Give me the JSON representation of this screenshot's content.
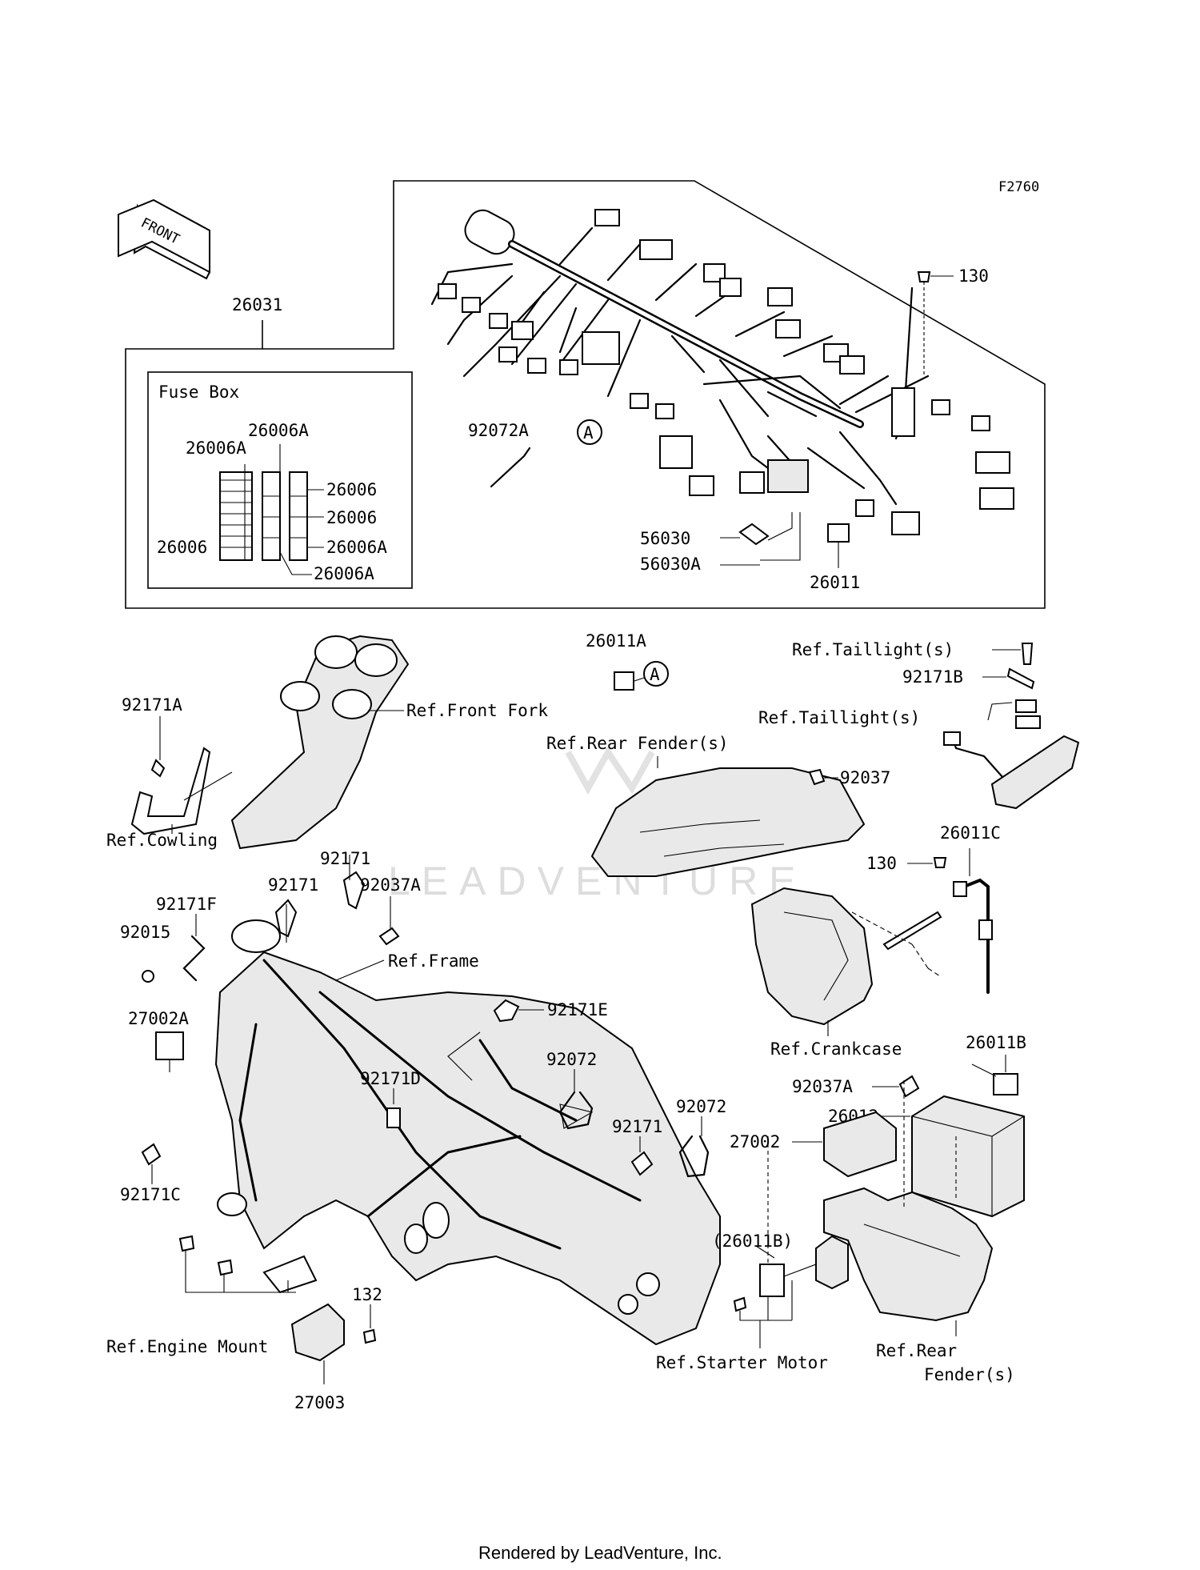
{
  "diagram": {
    "code": "F2760",
    "front_label": "FRONT",
    "watermark": "LEADVENTURE",
    "footer": "Rendered by LeadVenture, Inc.",
    "fuse_box_title": "Fuse Box",
    "callout_a": "A",
    "labels": {
      "l26031": "26031",
      "l130a": "130",
      "l92072a": "92072A",
      "l56030": "56030",
      "l56030a": "56030A",
      "l26011": "26011",
      "fb26006a_top": "26006A",
      "fb26006a_left": "26006A",
      "fb26006_r1": "26006",
      "fb26006_r2": "26006",
      "fb26006a_r3": "26006A",
      "fb26006_left": "26006",
      "fb26006a_bottom": "26006A",
      "l26011a": "26011A",
      "ref_taillight1": "Ref.Taillight(s)",
      "l92171b": "92171B",
      "ref_taillight2": "Ref.Taillight(s)",
      "l92171a": "92171A",
      "ref_front_fork": "Ref.Front Fork",
      "ref_rear_fender1": "Ref.Rear Fender(s)",
      "l92037": "92037",
      "ref_cowling": "Ref.Cowling",
      "l26011c": "26011C",
      "l130b": "130",
      "l92171_top": "92171",
      "l92171_mid": "92171",
      "l92037a_top": "92037A",
      "l92171f": "92171F",
      "l92015": "92015",
      "ref_frame": "Ref.Frame",
      "l92171e": "92171E",
      "ref_crankcase": "Ref.Crankcase",
      "l27002a": "27002A",
      "l92072_a": "92072",
      "l26011b": "26011B",
      "l92171d": "92171D",
      "l92037a_bot": "92037A",
      "l92072_b": "92072",
      "l26012": "26012",
      "l92171_low": "92171",
      "l27002": "27002",
      "l92171c": "92171C",
      "l26011b_paren": "(26011B)",
      "l132": "132",
      "ref_engine_mount": "Ref.Engine Mount",
      "ref_starter_motor": "Ref.Starter Motor",
      "ref_rear_fender2a": "Ref.Rear",
      "ref_rear_fender2b": "Fender(s)",
      "l27003": "27003"
    }
  }
}
